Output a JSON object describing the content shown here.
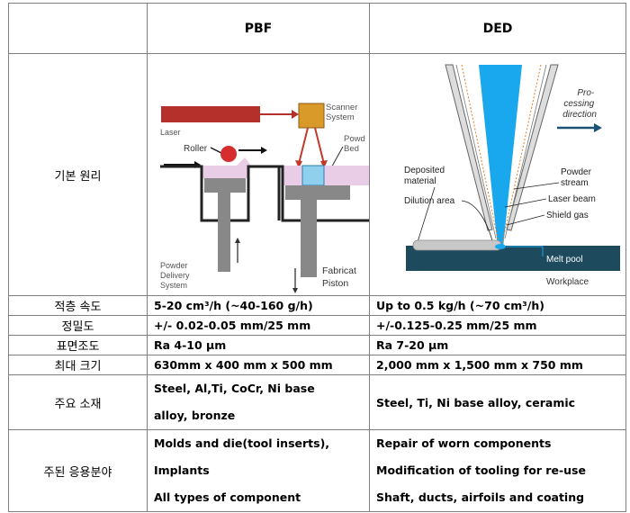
{
  "header": {
    "col_pbf": "PBF",
    "col_ded": "DED"
  },
  "rows": [
    {
      "label": "기본 원리"
    },
    {
      "label": "적층 속도",
      "pbf": "5-20 cm³/h (~40-160 g/h)",
      "ded": "Up to 0.5 kg/h (~70 cm³/h)"
    },
    {
      "label": "정밀도",
      "pbf": "+/- 0.02-0.05 mm/25 mm",
      "ded": "+/-0.125-0.25 mm/25 mm"
    },
    {
      "label": "표면조도",
      "pbf": "Ra 4-10 μm",
      "ded": "Ra 7-20 μm"
    },
    {
      "label": "최대 크기",
      "pbf": "630mm x 400 mm x 500 mm",
      "ded": "2,000 mm x 1,500 mm x 750 mm"
    },
    {
      "label": "주요 소재",
      "pbf": [
        "Steel, Al,Ti, CoCr, Ni base",
        "alloy, bronze"
      ],
      "ded": "Steel, Ti, Ni base alloy, ceramic"
    },
    {
      "label": "주된 응용분야",
      "pbf": [
        "Molds and die(tool inserts),",
        "Implants",
        "All types of component"
      ],
      "ded": [
        "Repair of worn components",
        "Modification of tooling for re-use",
        "Shaft, ducts, airfoils and coating"
      ]
    }
  ],
  "pbf_diagram": {
    "laser": "Laser",
    "scanner": [
      "Scanner",
      "System"
    ],
    "roller": "Roller",
    "powder_bed": [
      "Powd",
      "Bed"
    ],
    "delivery": [
      "Powder",
      "Delivery",
      "System"
    ],
    "fabrication": [
      "Fabricat",
      "Piston"
    ]
  },
  "ded_diagram": {
    "direction": [
      "Pro-",
      "cessing",
      "direction"
    ],
    "deposited": [
      "Deposited",
      "material"
    ],
    "dilution": "Dilution area",
    "powder_stream": [
      "Powder",
      "stream"
    ],
    "laser_beam": "Laser beam",
    "shield_gas": "Shield gas",
    "melt_pool": "Melt pool",
    "workplace": "Workplace"
  },
  "colors": {
    "laser_red": "#b5302b",
    "scanner_orange": "#d99a2a",
    "bed_pink": "#e9cde6",
    "beam_blue": "#19a7ee",
    "workplace_navy": "#1e4a5e"
  }
}
